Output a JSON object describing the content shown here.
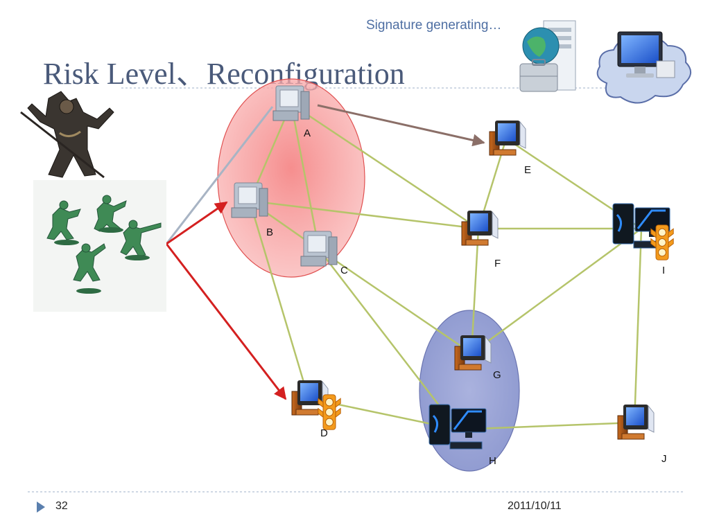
{
  "slide": {
    "title": "Risk Level、Reconfiguration",
    "status_text": "Signature generating…",
    "page_number": "32",
    "date": "2011/10/11"
  },
  "diagram": {
    "nodes": [
      {
        "id": "A",
        "label": "A",
        "icon": "crt-computer-icon",
        "style": "grey"
      },
      {
        "id": "B",
        "label": "B",
        "icon": "crt-computer-icon",
        "style": "grey"
      },
      {
        "id": "C",
        "label": "C",
        "icon": "crt-computer-icon",
        "style": "grey"
      },
      {
        "id": "D",
        "label": "D",
        "icon": "crt-computer-icon",
        "style": "color",
        "traffic_light": true
      },
      {
        "id": "E",
        "label": "E",
        "icon": "crt-computer-icon",
        "style": "color"
      },
      {
        "id": "F",
        "label": "F",
        "icon": "crt-computer-icon",
        "style": "color"
      },
      {
        "id": "G",
        "label": "G",
        "icon": "crt-computer-icon",
        "style": "color"
      },
      {
        "id": "H",
        "label": "H",
        "icon": "gaming-pc-icon",
        "style": "color"
      },
      {
        "id": "I",
        "label": "I",
        "icon": "gaming-pc-icon",
        "style": "color",
        "traffic_light": true
      },
      {
        "id": "J",
        "label": "J",
        "icon": "crt-computer-icon",
        "style": "color"
      }
    ],
    "links": [
      [
        "A",
        "B"
      ],
      [
        "A",
        "C"
      ],
      [
        "A",
        "F"
      ],
      [
        "B",
        "F"
      ],
      [
        "B",
        "D"
      ],
      [
        "B",
        "C"
      ],
      [
        "C",
        "G"
      ],
      [
        "C",
        "H"
      ],
      [
        "E",
        "F"
      ],
      [
        "E",
        "I"
      ],
      [
        "F",
        "I"
      ],
      [
        "F",
        "G"
      ],
      [
        "G",
        "I"
      ],
      [
        "D",
        "H"
      ],
      [
        "H",
        "J"
      ],
      [
        "I",
        "J"
      ]
    ],
    "attack_arrows": [
      {
        "from": "soldiers",
        "to": "A",
        "color": "#a8b4c4"
      },
      {
        "from": "soldiers",
        "to": "B",
        "color": "#d42020"
      },
      {
        "from": "soldiers",
        "to": "D",
        "color": "#d42020"
      },
      {
        "from": "A",
        "to": "E",
        "color": "#8b6f68"
      }
    ],
    "groups": [
      {
        "name": "compromised-cluster",
        "members": [
          "A",
          "B",
          "C"
        ],
        "color": "#f36b6b"
      },
      {
        "name": "reconfigured-cluster",
        "members": [
          "G",
          "H"
        ],
        "color": "#8f9ad0"
      }
    ],
    "colors": {
      "link": "#b5c46a",
      "attack": "#d42020",
      "title": "#4a5a7a",
      "status": "#4f6fa3"
    }
  },
  "images": {
    "attacker": "warrior-attacker-icon",
    "army": "toy-soldiers-icon",
    "server": "globe-server-icon",
    "cloud_monitor": "cloud-monitor-icon"
  }
}
